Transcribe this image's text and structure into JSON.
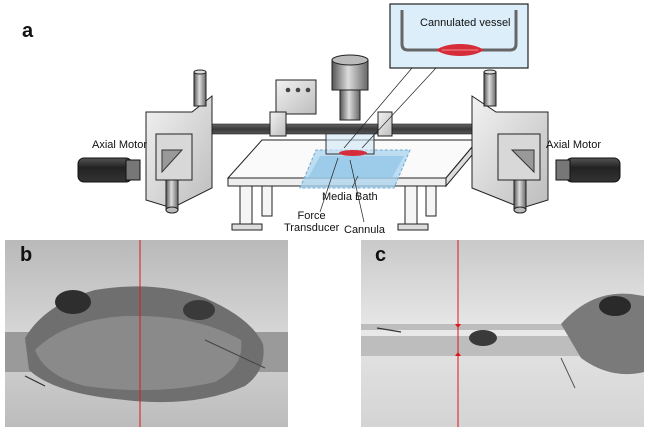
{
  "panel_a": {
    "letter": "a",
    "inset_label": "Cannulated vessel",
    "label_axial_motor_left": "Axial Motor",
    "label_axial_motor_right": "Axial Motor",
    "label_media_bath": "Media Bath",
    "label_force_line1": "Force",
    "label_force_line2": "Transducer",
    "label_cannula": "Cannula",
    "colors": {
      "bath": "#a9d3ee",
      "vessel": "#d62d3a",
      "inset_bg": "#dbeefa",
      "frame": "#ffffff"
    }
  },
  "panel_b": {
    "letter": "b",
    "marker_color": "#e0151b"
  },
  "panel_c": {
    "letter": "c",
    "marker_color": "#e0151b"
  }
}
